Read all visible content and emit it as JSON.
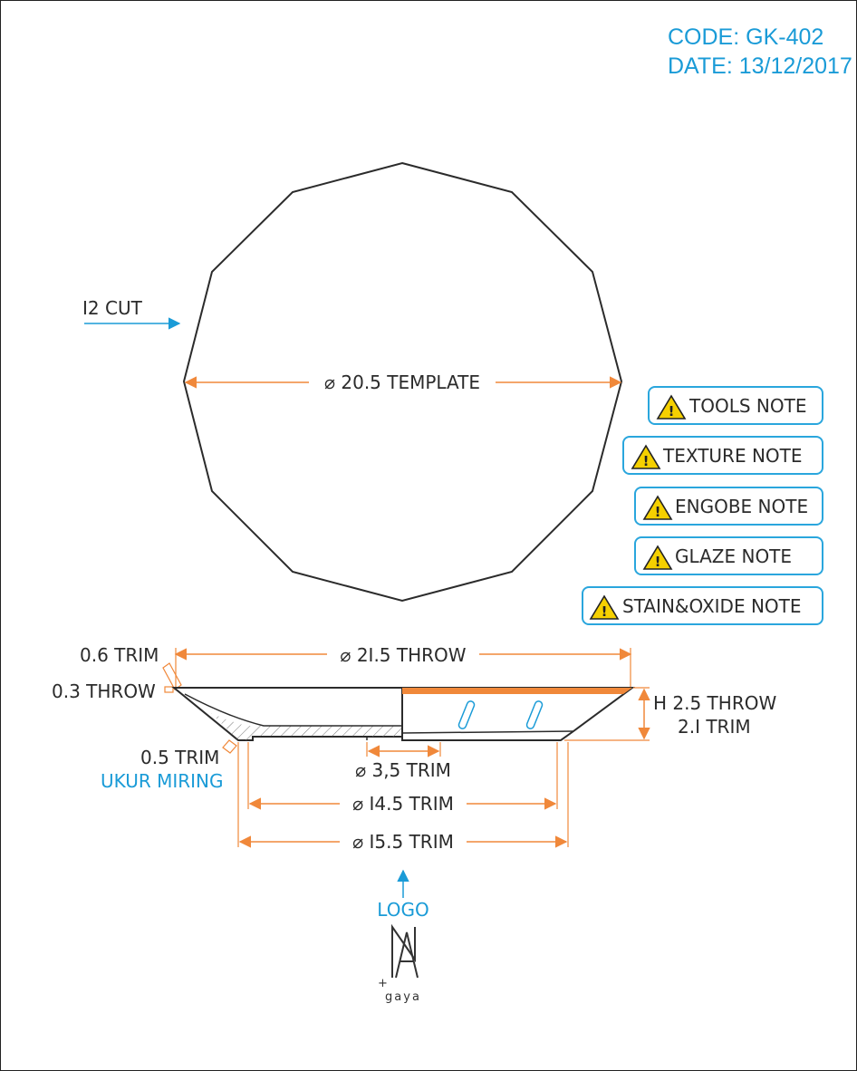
{
  "header": {
    "code": "CODE: GK-402",
    "date": "DATE: 13/12/2017"
  },
  "top_view": {
    "cut_label": "I2 CUT",
    "template_dim": "⌀ 20.5 TEMPLATE"
  },
  "notes": [
    "TOOLS NOTE",
    "TEXTURE NOTE",
    "ENGOBE NOTE",
    "GLAZE NOTE",
    "STAIN&OXIDE NOTE"
  ],
  "profile": {
    "rim_trim": "0.6 TRIM",
    "rim_throw": "0.3 THROW",
    "outer_throw": "⌀ 2I.5 THROW",
    "height_throw": "H 2.5 THROW",
    "height_trim": "2.I TRIM",
    "base_trim": "0.5 TRIM",
    "base_note": "UKUR MIRING",
    "foot_inner": "⌀ 3,5 TRIM",
    "foot_mid": "⌀ I4.5 TRIM",
    "foot_outer": "⌀ I5.5 TRIM"
  },
  "logo": {
    "label": "LOGO",
    "brand": "gaya",
    "plus": "+"
  },
  "colors": {
    "accent_blue": "#1a9bd7",
    "dimension_orange": "#f0883a",
    "line": "#2b2b2b"
  }
}
